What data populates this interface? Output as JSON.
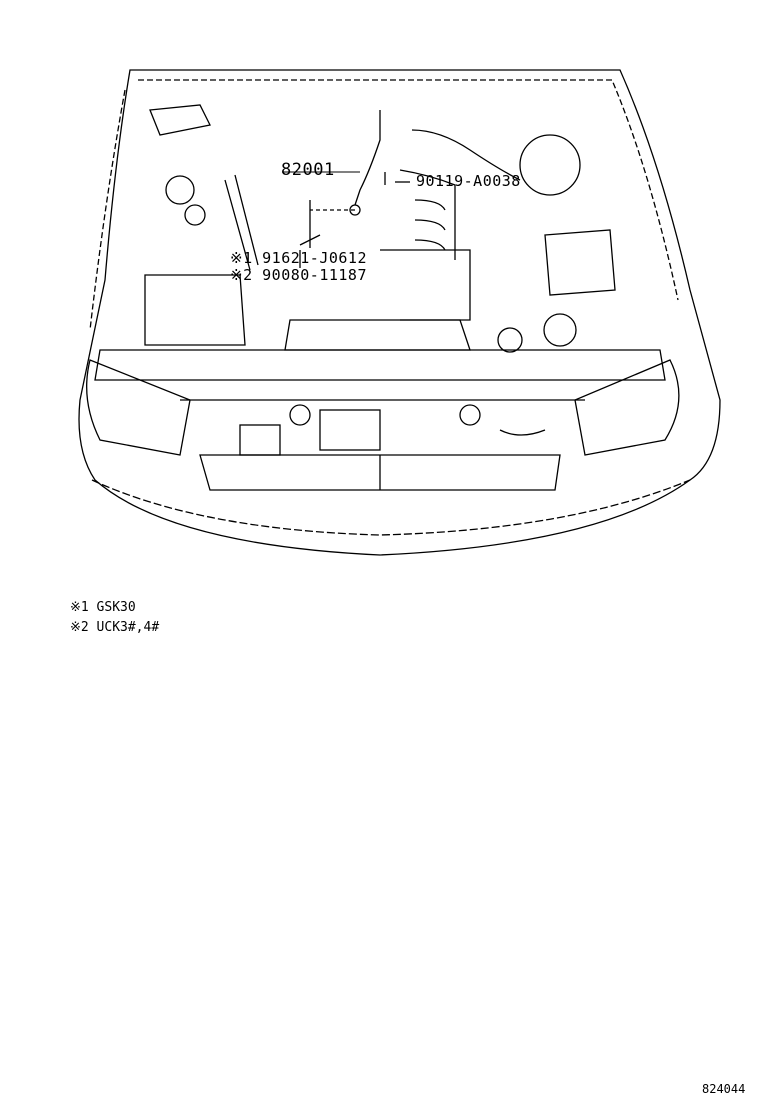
{
  "diagram": {
    "part_labels": {
      "p82001": "82001",
      "p90119": "90119-A0038",
      "p91621": "※1 91621-J0612",
      "p90080": "※2 90080-11187"
    },
    "notes": [
      "※1 GSK30",
      "※2 UCK3#,4#"
    ],
    "figure_id": "824044"
  }
}
